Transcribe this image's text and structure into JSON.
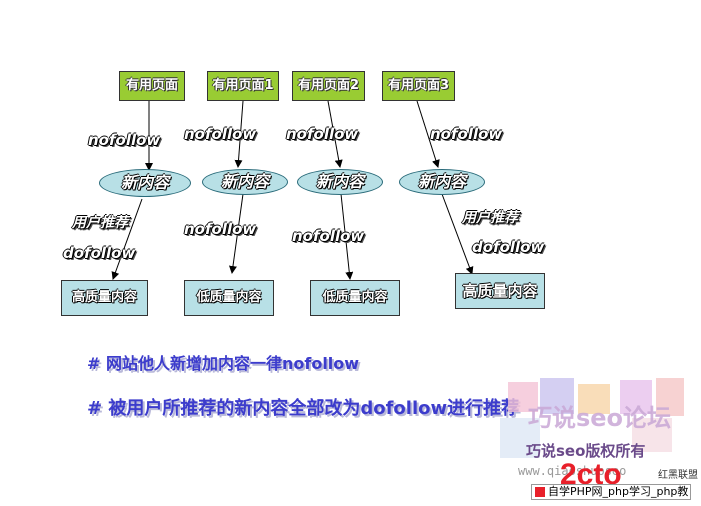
{
  "pages": [
    "有用页面",
    "有用页面1",
    "有用页面2",
    "有用页面3"
  ],
  "new_content": [
    "新内容",
    "新内容",
    "新内容",
    "新内容"
  ],
  "quality": [
    "高质量内容",
    "低质量内容",
    "低质量内容",
    "高质量内容"
  ],
  "labels": {
    "nofollow": "nofollow",
    "dofollow": "dofollow",
    "user_recommend": "用户推荐"
  },
  "notes": [
    "# 网站他人新增加内容一律nofollow",
    "# 被用户所推荐的新内容全部改为dofollow进行推荐"
  ],
  "watermark": {
    "forum": "巧说seo论坛",
    "copyright": "巧说seo版权所有",
    "url": "www.qiaoshuoseo",
    "alliance": "红黑联盟",
    "footer": "自学PHP网_php学习_php教"
  },
  "colors": {
    "page_box": "#99cc33",
    "content_fill": "#b8e0e6",
    "note_text": "#3c3ccc",
    "logo_red": "#e8202a"
  }
}
